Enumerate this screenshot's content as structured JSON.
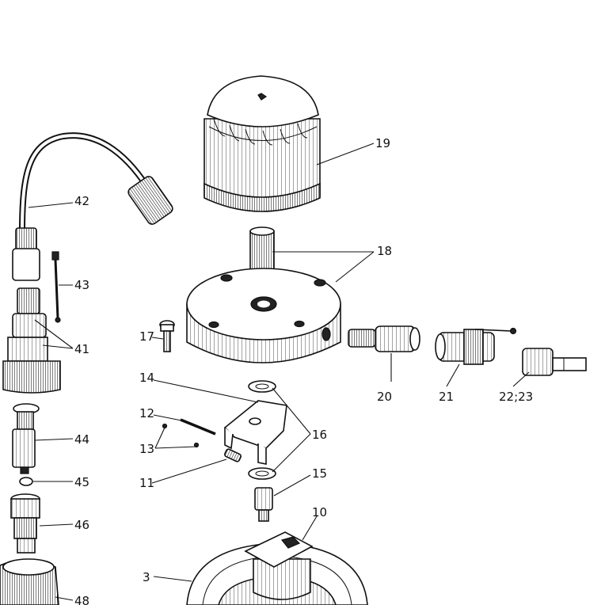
{
  "callouts": {
    "c3": "3",
    "c10": "10",
    "c11": "11",
    "c12": "12",
    "c13": "13",
    "c14": "14",
    "c15": "15",
    "c16": "16",
    "c17": "17",
    "c18": "18",
    "c19": "19",
    "c20": "20",
    "c21": "21",
    "c2223": "22;23",
    "c41": "41",
    "c42": "42",
    "c43": "43",
    "c44": "44",
    "c45": "45",
    "c46": "46",
    "c48": "48"
  },
  "colors": {
    "ink": "#111111",
    "paper": "#ffffff"
  }
}
